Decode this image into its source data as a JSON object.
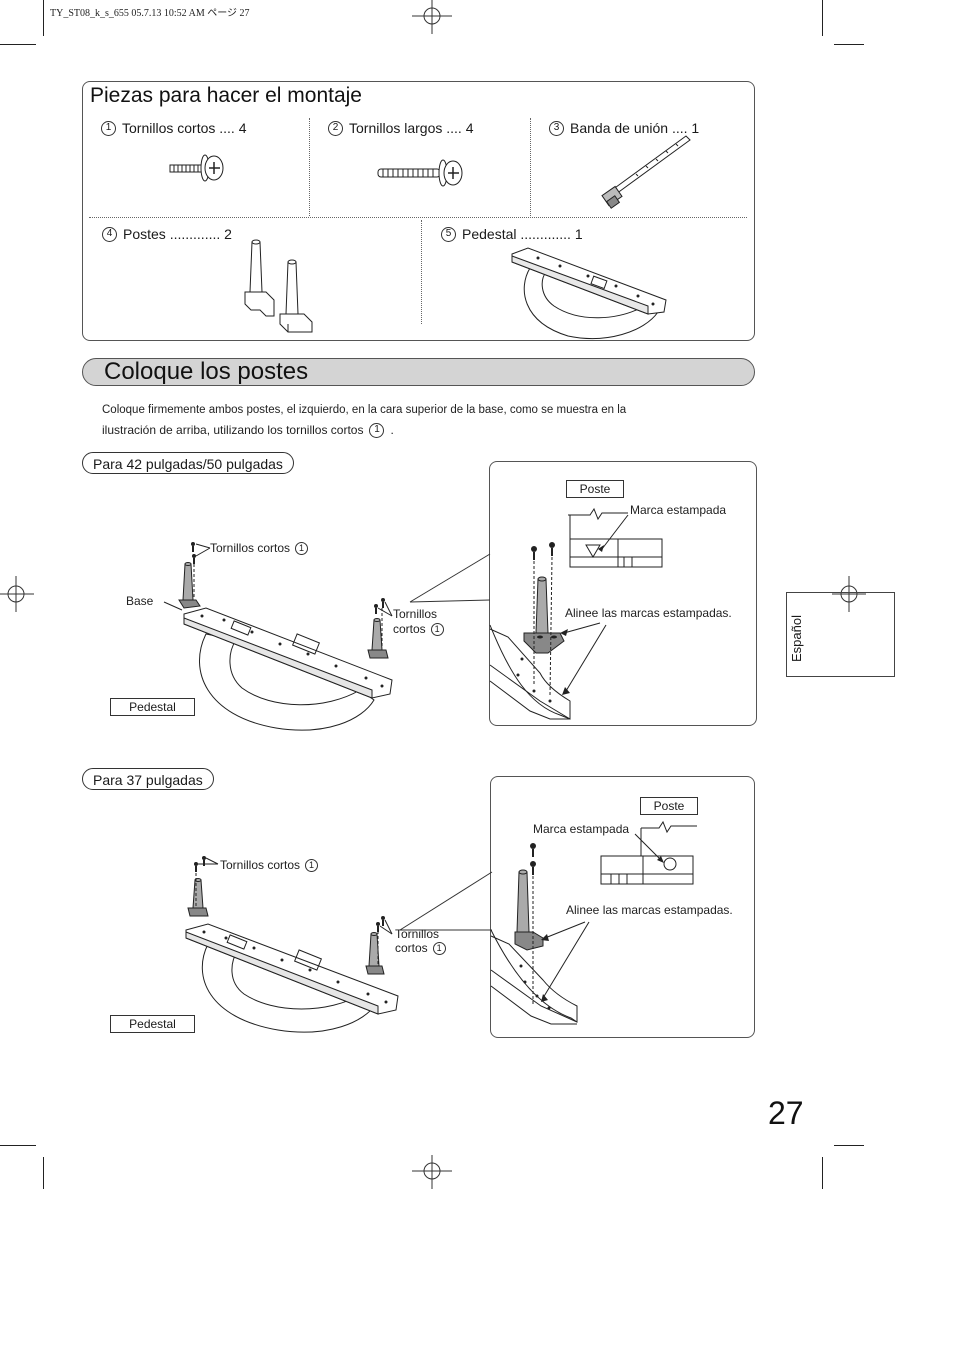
{
  "print_header": "TY_ST08_k_s_655  05.7.13 10:52 AM    ページ 27",
  "parts": {
    "title": "Piezas para hacer el montaje",
    "items": [
      {
        "num": "1",
        "label": "Tornillos cortos .... 4"
      },
      {
        "num": "2",
        "label": "Tornillos largos .... 4"
      },
      {
        "num": "3",
        "label": "Banda de unión .... 1"
      },
      {
        "num": "4",
        "label": "Postes ............. 2"
      },
      {
        "num": "5",
        "label": "Pedestal ............. 1"
      }
    ]
  },
  "section": {
    "title": "Coloque los postes",
    "instruction_line1": "Coloque firmemente ambos postes, el izquierdo, en la cara superior de la base, como se muestra en la",
    "instruction_line2": "ilustración de arriba, utilizando los tornillos cortos",
    "instruction_num": "1",
    "instruction_end": "."
  },
  "diagram1": {
    "label": "Para 42 pulgadas/50 pulgadas",
    "screws_label": "Tornillos cortos",
    "screws_num": "1",
    "base_label": "Base",
    "screws2_line1": "Tornillos",
    "screws2_line2": "cortos",
    "screws2_num": "1",
    "pedestal_label": "Pedestal",
    "detail": {
      "poste_label": "Poste",
      "mark_label": "Marca estampada",
      "align_label": "Alinee las marcas estampadas."
    }
  },
  "diagram2": {
    "label": "Para 37 pulgadas",
    "screws_label": "Tornillos cortos",
    "screws_num": "1",
    "screws2_line1": "Tornillos",
    "screws2_line2": "cortos",
    "screws2_num": "1",
    "pedestal_label": "Pedestal",
    "detail": {
      "poste_label": "Poste",
      "mark_label": "Marca estampada",
      "align_label": "Alinee las marcas estampadas."
    }
  },
  "side_tab": "Español",
  "page_number": "27"
}
